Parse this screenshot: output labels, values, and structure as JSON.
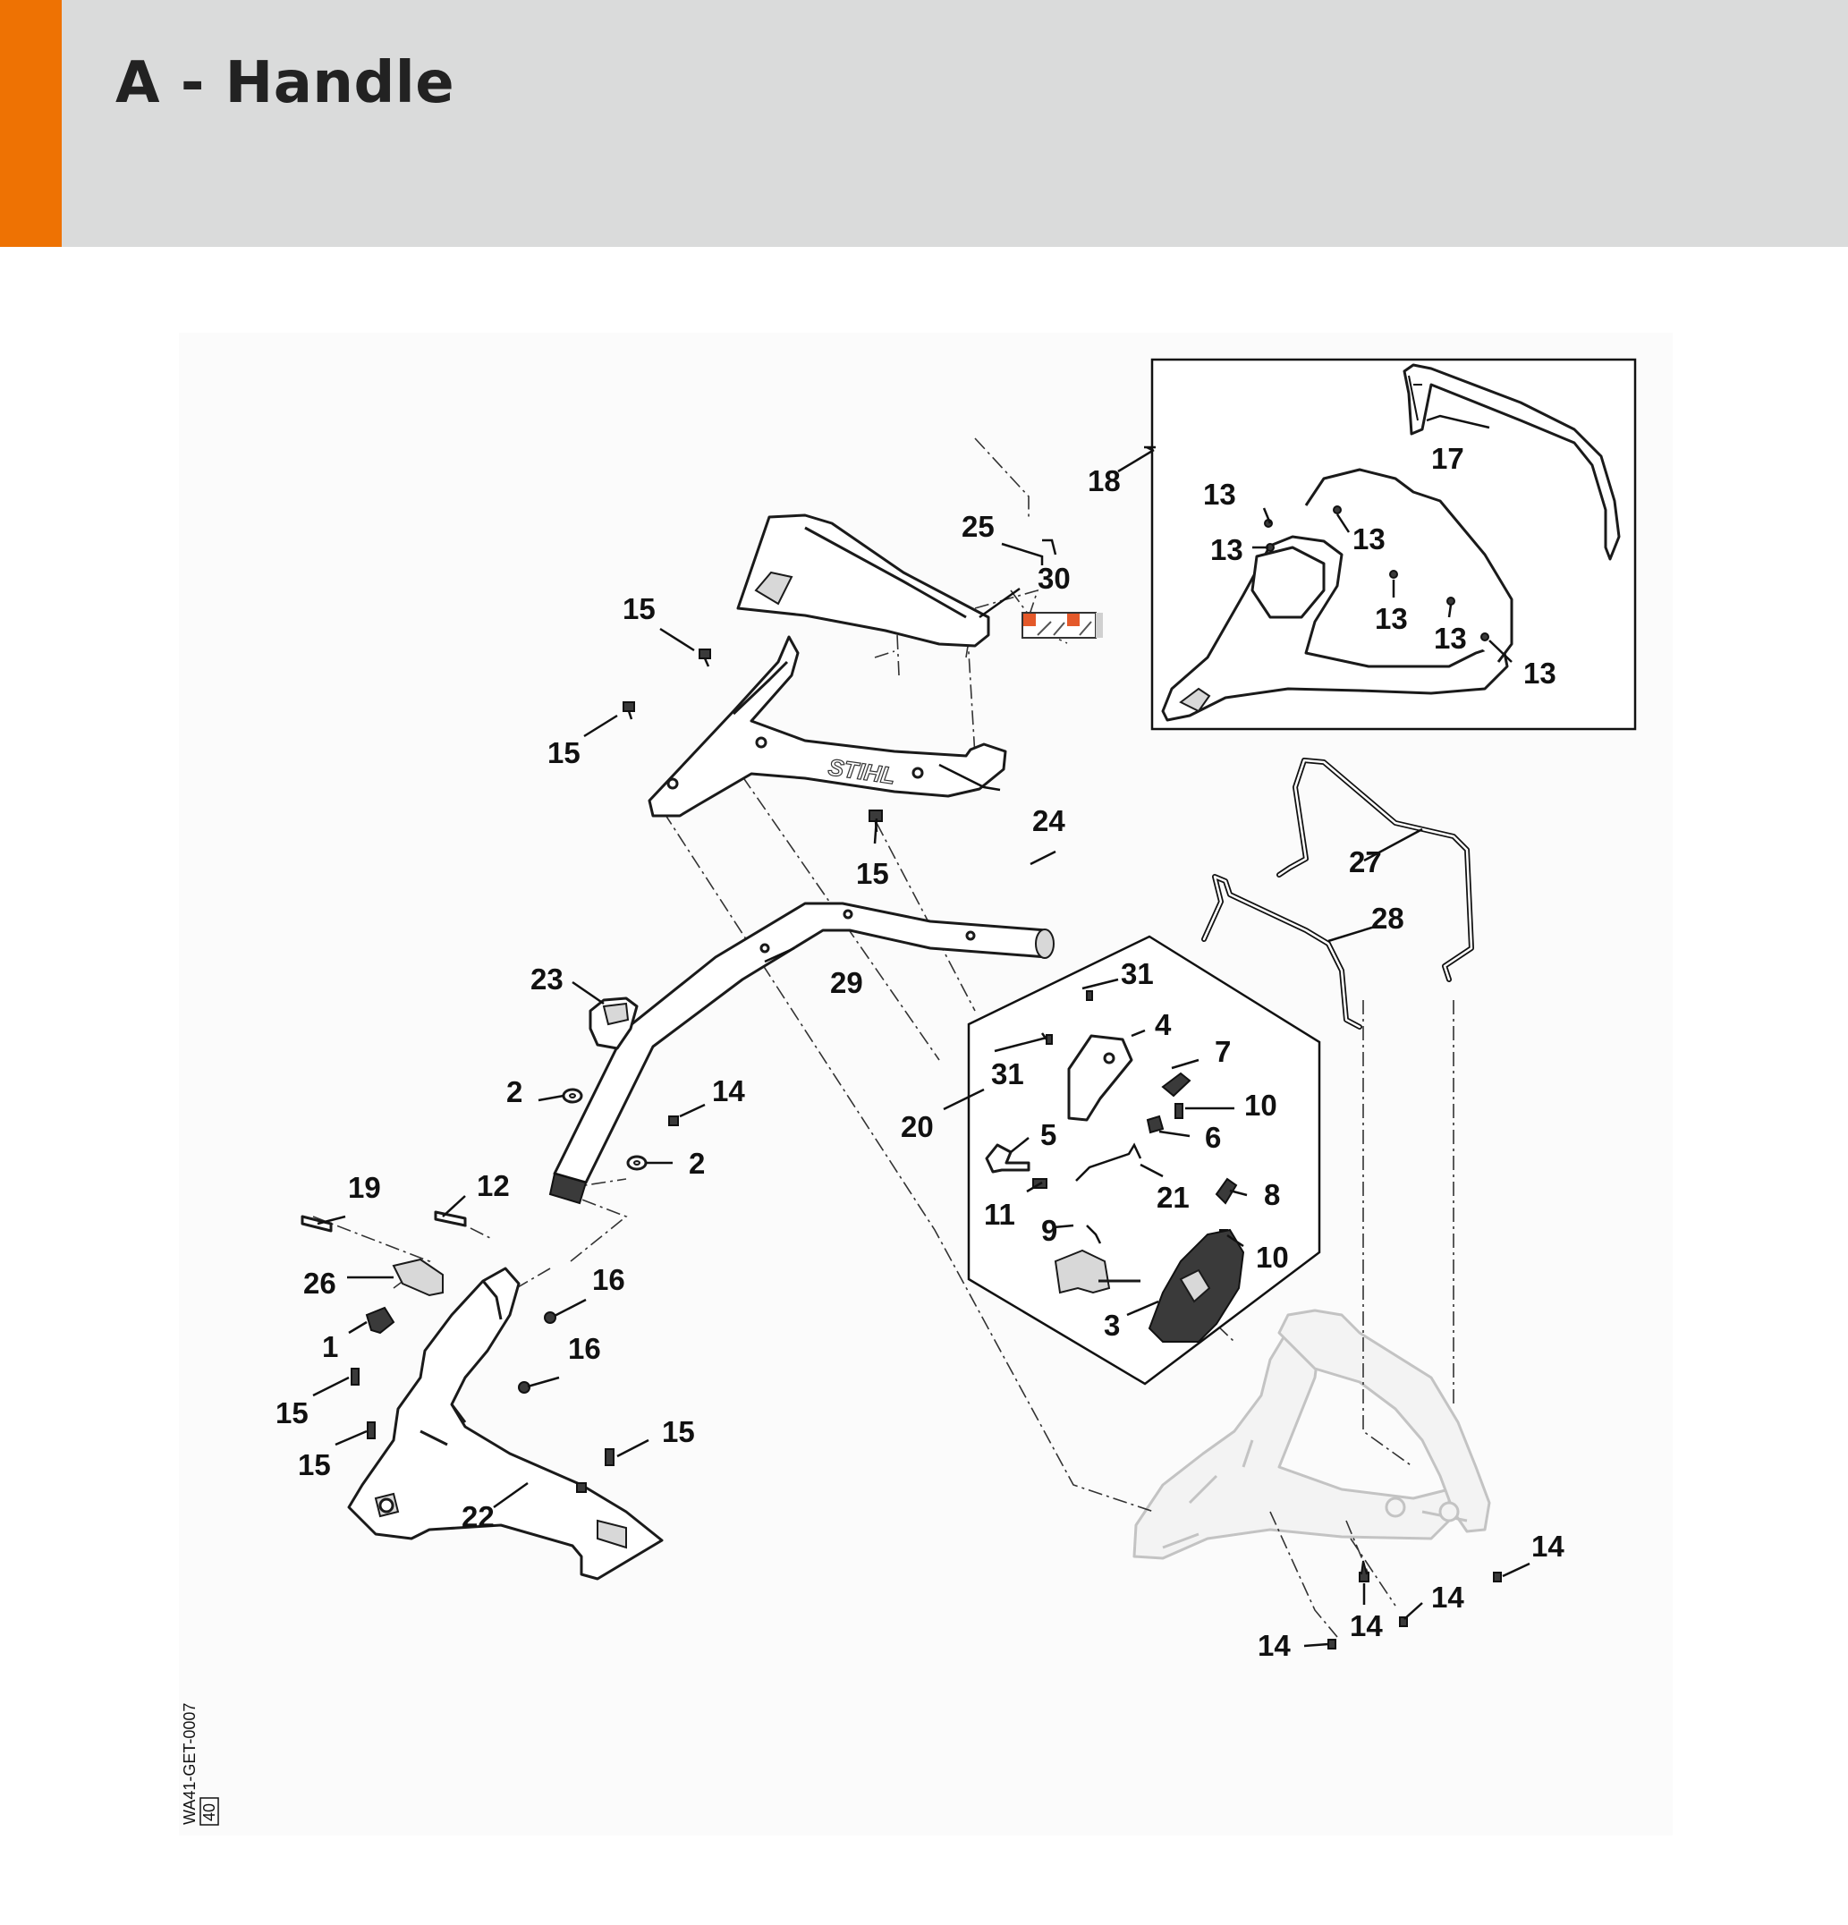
{
  "header": {
    "title": "A - Handle"
  },
  "colors": {
    "accent": "#ee7203",
    "header_bg": "#dadbdb"
  },
  "callouts": [
    {
      "id": "c1",
      "text": "1"
    },
    {
      "id": "c2a",
      "text": "2"
    },
    {
      "id": "c2b",
      "text": "2"
    },
    {
      "id": "c3",
      "text": "3"
    },
    {
      "id": "c4",
      "text": "4"
    },
    {
      "id": "c5",
      "text": "5"
    },
    {
      "id": "c6",
      "text": "6"
    },
    {
      "id": "c7",
      "text": "7"
    },
    {
      "id": "c8",
      "text": "8"
    },
    {
      "id": "c9",
      "text": "9"
    },
    {
      "id": "c10a",
      "text": "10"
    },
    {
      "id": "c10b",
      "text": "10"
    },
    {
      "id": "c11",
      "text": "11"
    },
    {
      "id": "c12",
      "text": "12"
    },
    {
      "id": "c13a",
      "text": "13"
    },
    {
      "id": "c13b",
      "text": "13"
    },
    {
      "id": "c13c",
      "text": "13"
    },
    {
      "id": "c13d",
      "text": "13"
    },
    {
      "id": "c13e",
      "text": "13"
    },
    {
      "id": "c13f",
      "text": "13"
    },
    {
      "id": "c14a",
      "text": "14"
    },
    {
      "id": "c14b",
      "text": "14"
    },
    {
      "id": "c14c",
      "text": "14"
    },
    {
      "id": "c14d",
      "text": "14"
    },
    {
      "id": "c14e",
      "text": "14"
    },
    {
      "id": "c15a",
      "text": "15"
    },
    {
      "id": "c15b",
      "text": "15"
    },
    {
      "id": "c15c",
      "text": "15"
    },
    {
      "id": "c15d",
      "text": "15"
    },
    {
      "id": "c15e",
      "text": "15"
    },
    {
      "id": "c15f",
      "text": "15"
    },
    {
      "id": "c16a",
      "text": "16"
    },
    {
      "id": "c16b",
      "text": "16"
    },
    {
      "id": "c17",
      "text": "17"
    },
    {
      "id": "c18",
      "text": "18"
    },
    {
      "id": "c19",
      "text": "19"
    },
    {
      "id": "c20",
      "text": "20"
    },
    {
      "id": "c21",
      "text": "21"
    },
    {
      "id": "c22",
      "text": "22"
    },
    {
      "id": "c23",
      "text": "23"
    },
    {
      "id": "c24",
      "text": "24"
    },
    {
      "id": "c25",
      "text": "25"
    },
    {
      "id": "c26",
      "text": "26"
    },
    {
      "id": "c27",
      "text": "27"
    },
    {
      "id": "c28",
      "text": "28"
    },
    {
      "id": "c29",
      "text": "29"
    },
    {
      "id": "c30",
      "text": "30"
    },
    {
      "id": "c31a",
      "text": "31"
    },
    {
      "id": "c31b",
      "text": "31"
    }
  ],
  "part_labels": {
    "brand_mark": "STIHL"
  },
  "drawing": {
    "code": "WA41-GET-0007",
    "sub": "40"
  }
}
